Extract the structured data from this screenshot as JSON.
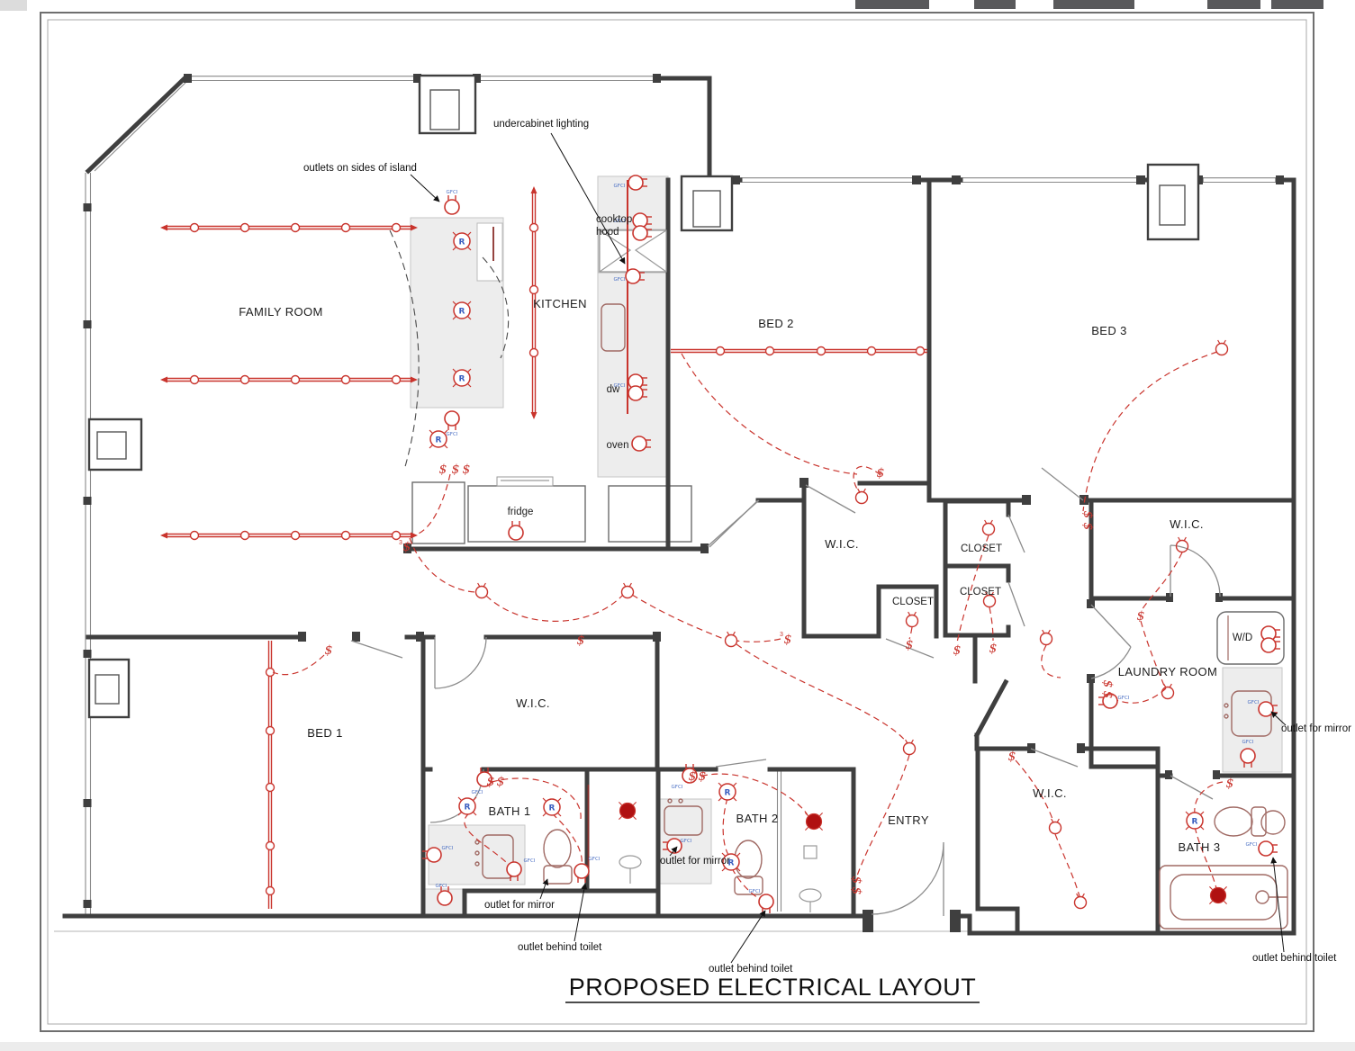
{
  "title": "PROPOSED ELECTRICAL LAYOUT",
  "rooms": {
    "family": "FAMILY ROOM",
    "kitchen": "KITCHEN",
    "bed1": "BED 1",
    "bed2": "BED 2",
    "bed3": "BED 3",
    "bath1": "BATH 1",
    "bath2": "BATH 2",
    "bath3": "BATH 3",
    "entry": "ENTRY",
    "laundry": "LAUNDRY ROOM",
    "wic": "W.I.C.",
    "closet": "CLOSET"
  },
  "appliances": {
    "fridge": "fridge",
    "dishwasher": "dw",
    "oven": "oven",
    "cooktop_line1": "cooktop",
    "cooktop_line2": "hood",
    "washer_dryer": "W/D"
  },
  "annotations": {
    "island_outlets": "outlets on sides of island",
    "undercabinet": "undercabinet lighting",
    "outlet_for_mirror": "outlet for mirror",
    "outlet_behind_toilet": "outlet behind toilet"
  },
  "symbols": {
    "gfci": "GFCI",
    "recessed": "R",
    "switch": "$",
    "three_way": "3"
  },
  "colors": {
    "wiring_red": "#c9342d",
    "fixture_maroon": "#a06a64",
    "gfci_blue": "#4a6fc4",
    "wall_gray": "#3f3f3f",
    "fan_fill": "#b01111",
    "window_gray": "#8a8a8a"
  }
}
